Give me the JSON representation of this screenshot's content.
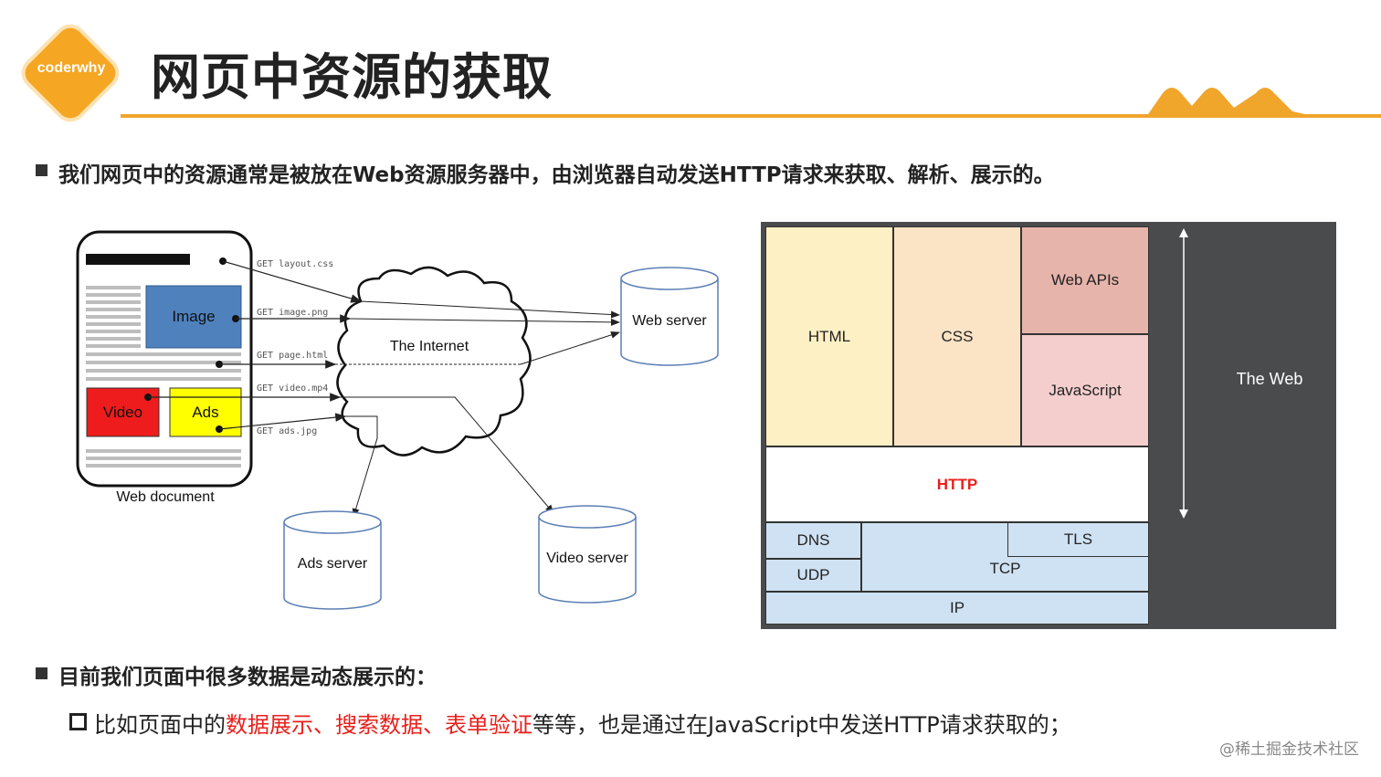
{
  "logo": {
    "text": "coderwhy"
  },
  "page_title": "网页中资源的获取",
  "bullets": [
    {
      "text": "我们网页中的资源通常是被放在Web资源服务器中，由浏览器自动发送HTTP请求来获取、解析、展示的。"
    },
    {
      "text": "目前我们页面中很多数据是动态展示的："
    }
  ],
  "sub_bullet": {
    "prefix": "比如页面中的",
    "highlight": "数据展示、搜索数据、表单验证",
    "suffix": "等等，也是通过在JavaScript中发送HTTP请求获取的；"
  },
  "left_diagram": {
    "image_label": "Image",
    "video_label": "Video",
    "ads_label": "Ads",
    "doc_caption": "Web document",
    "internet_label": "The Internet",
    "requests": [
      "GET layout.css",
      "GET image.png",
      "GET page.html",
      "GET video.mp4",
      "GET ads.jpg"
    ],
    "servers": {
      "web": "Web server",
      "ads": "Ads server",
      "video": "Video server"
    }
  },
  "stack": {
    "html": "HTML",
    "css": "CSS",
    "web_apis": "Web APIs",
    "javascript": "JavaScript",
    "http": "HTTP",
    "dns": "DNS",
    "udp": "UDP",
    "tcp": "TCP",
    "tls": "TLS",
    "ip": "IP",
    "the_web": "The Web"
  },
  "colors": {
    "accent_orange": "#f0a52b",
    "html_bg": "#fdf0c4",
    "css_bg": "#fbe4c6",
    "webapis_bg": "#e7b4ab",
    "javascript_bg": "#f4cdcd",
    "http_text": "#e8201c",
    "net_bg": "#cfe2f3",
    "image_blue": "#4f81bd",
    "video_red": "#ee1c1c",
    "ads_yellow": "#ffff00"
  },
  "watermark": "@稀土掘金技术社区"
}
